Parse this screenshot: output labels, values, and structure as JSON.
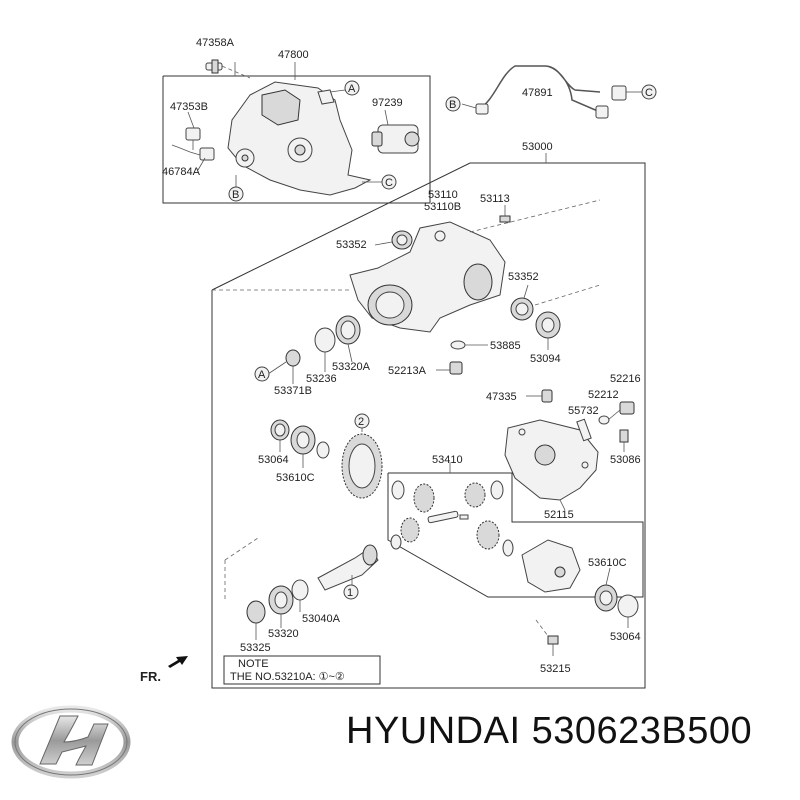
{
  "diagram": {
    "callouts": {
      "p47358A": "47358A",
      "p47800": "47800",
      "p47353B": "47353B",
      "p97239": "97239",
      "p46784A": "46784A",
      "p47891": "47891",
      "p53000": "53000",
      "p53110": "53110",
      "p53110B": "53110B",
      "p53113": "53113",
      "p53352a": "53352",
      "p53352b": "53352",
      "p53885": "53885",
      "p53094": "53094",
      "p52213A": "52213A",
      "p53320A": "53320A",
      "p53236": "53236",
      "p53371B": "53371B",
      "p47335": "47335",
      "p52216": "52216",
      "p52212": "52212",
      "p55732": "55732",
      "p53086": "53086",
      "p53064a": "53064",
      "p53610Ca": "53610C",
      "p53410": "53410",
      "p52115": "52115",
      "p53610Cb": "53610C",
      "p53064b": "53064",
      "p53040A": "53040A",
      "p53320": "53320",
      "p53325": "53325",
      "p53215": "53215"
    },
    "letters": {
      "a": "A",
      "b": "B",
      "c": "C"
    },
    "numbers": {
      "one": "1",
      "two": "2"
    },
    "note": {
      "heading": "NOTE",
      "text": "THE NO.53210A: ①~②"
    },
    "front_marker": "FR."
  },
  "footer": {
    "caption": "HYUNDAI 530623B500"
  }
}
